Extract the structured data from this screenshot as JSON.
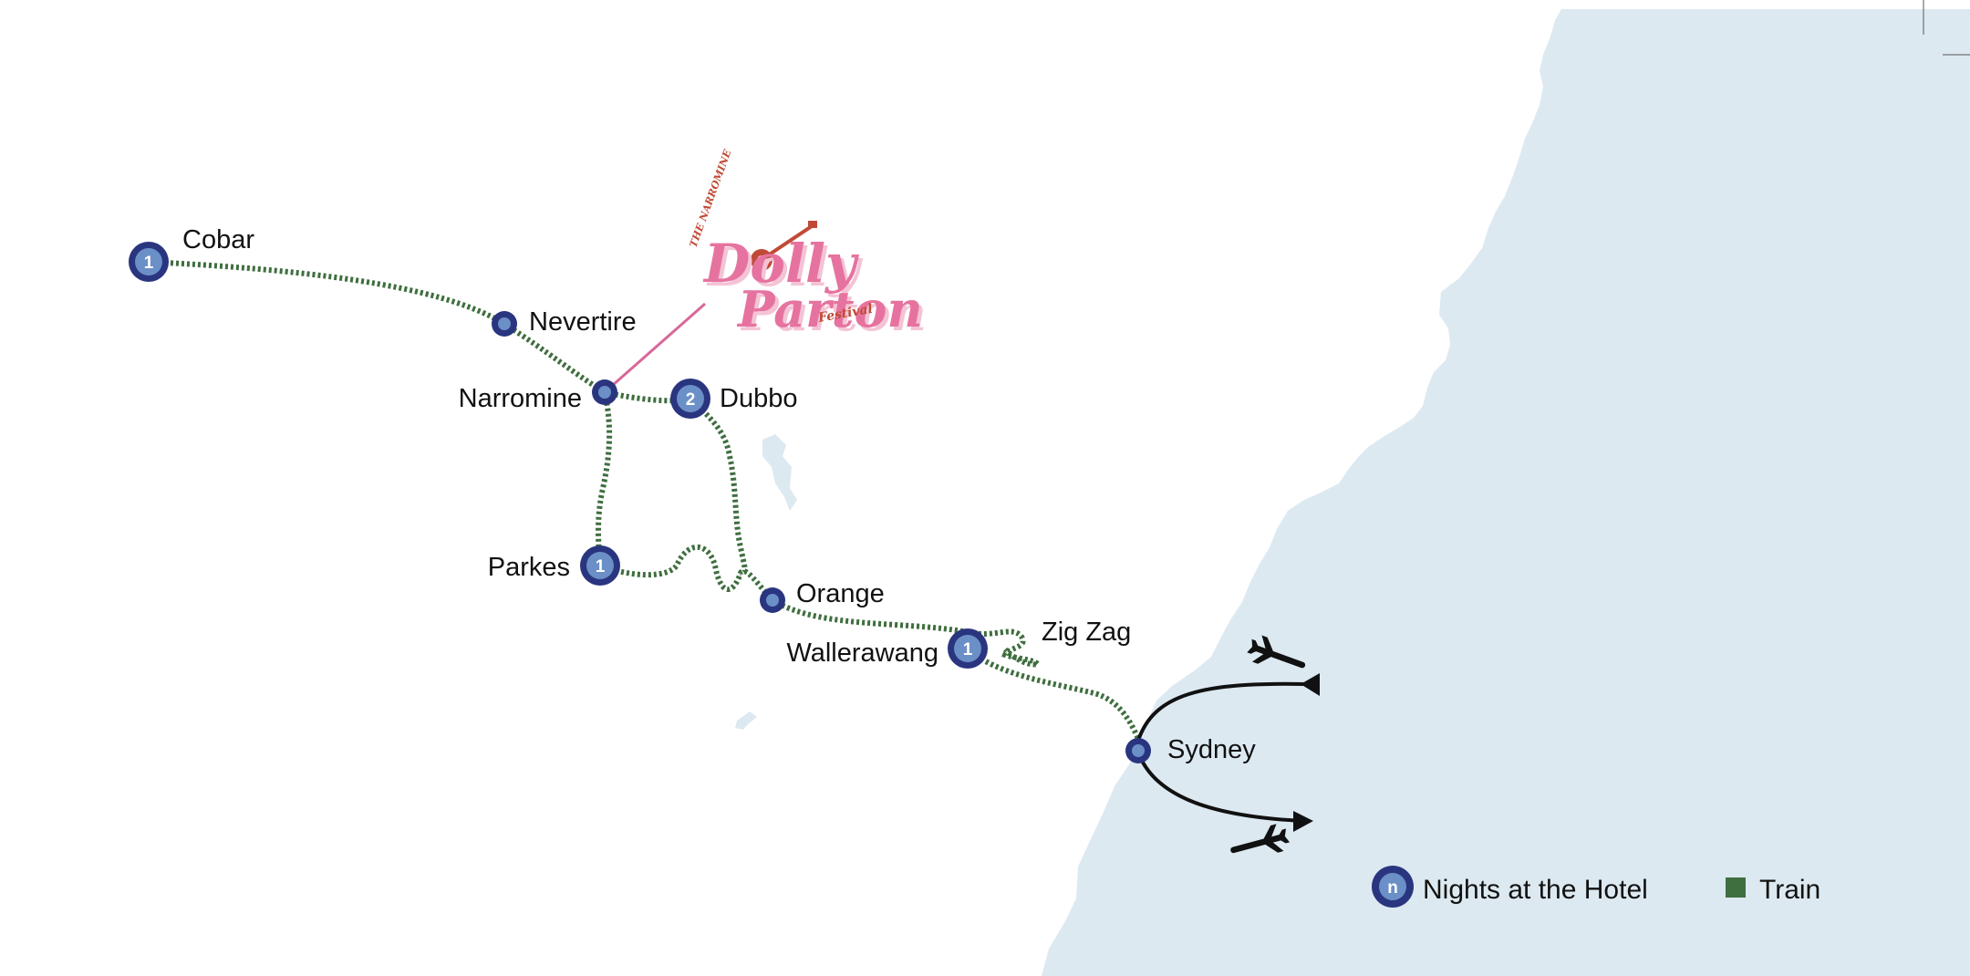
{
  "map": {
    "colors": {
      "sea": "#dde9f1",
      "land": "#ffffff",
      "train_route": "#3f6e3f",
      "node_outer": "#2a3580",
      "node_inner": "#6b8fc7",
      "festival_link": "#d7699a",
      "logo_pink": "#e6739f",
      "logo_shadow": "#f4c3d5",
      "logo_accent": "#c04a36",
      "flight": "#111111"
    },
    "towns": {
      "cobar": {
        "name": "Cobar",
        "nights": "1"
      },
      "nevertire": {
        "name": "Nevertire"
      },
      "narromine": {
        "name": "Narromine"
      },
      "dubbo": {
        "name": "Dubbo",
        "nights": "2"
      },
      "parkes": {
        "name": "Parkes",
        "nights": "1"
      },
      "orange": {
        "name": "Orange"
      },
      "wallerawang": {
        "name": "Wallerawang",
        "nights": "1"
      },
      "zigzag": {
        "name": "Zig Zag"
      },
      "sydney": {
        "name": "Sydney"
      }
    },
    "festival_logo": {
      "small_text": "THE NARROMINE",
      "line1": "Dolly",
      "line2": "Parton",
      "line3": "Festival",
      "icon": "guitar-icon"
    },
    "flights": {
      "arrival_icon": "airplane-icon",
      "departure_icon": "airplane-icon"
    },
    "legend": {
      "nights_symbol": "n",
      "nights_label": "Nights at the Hotel",
      "train_label": "Train"
    }
  }
}
